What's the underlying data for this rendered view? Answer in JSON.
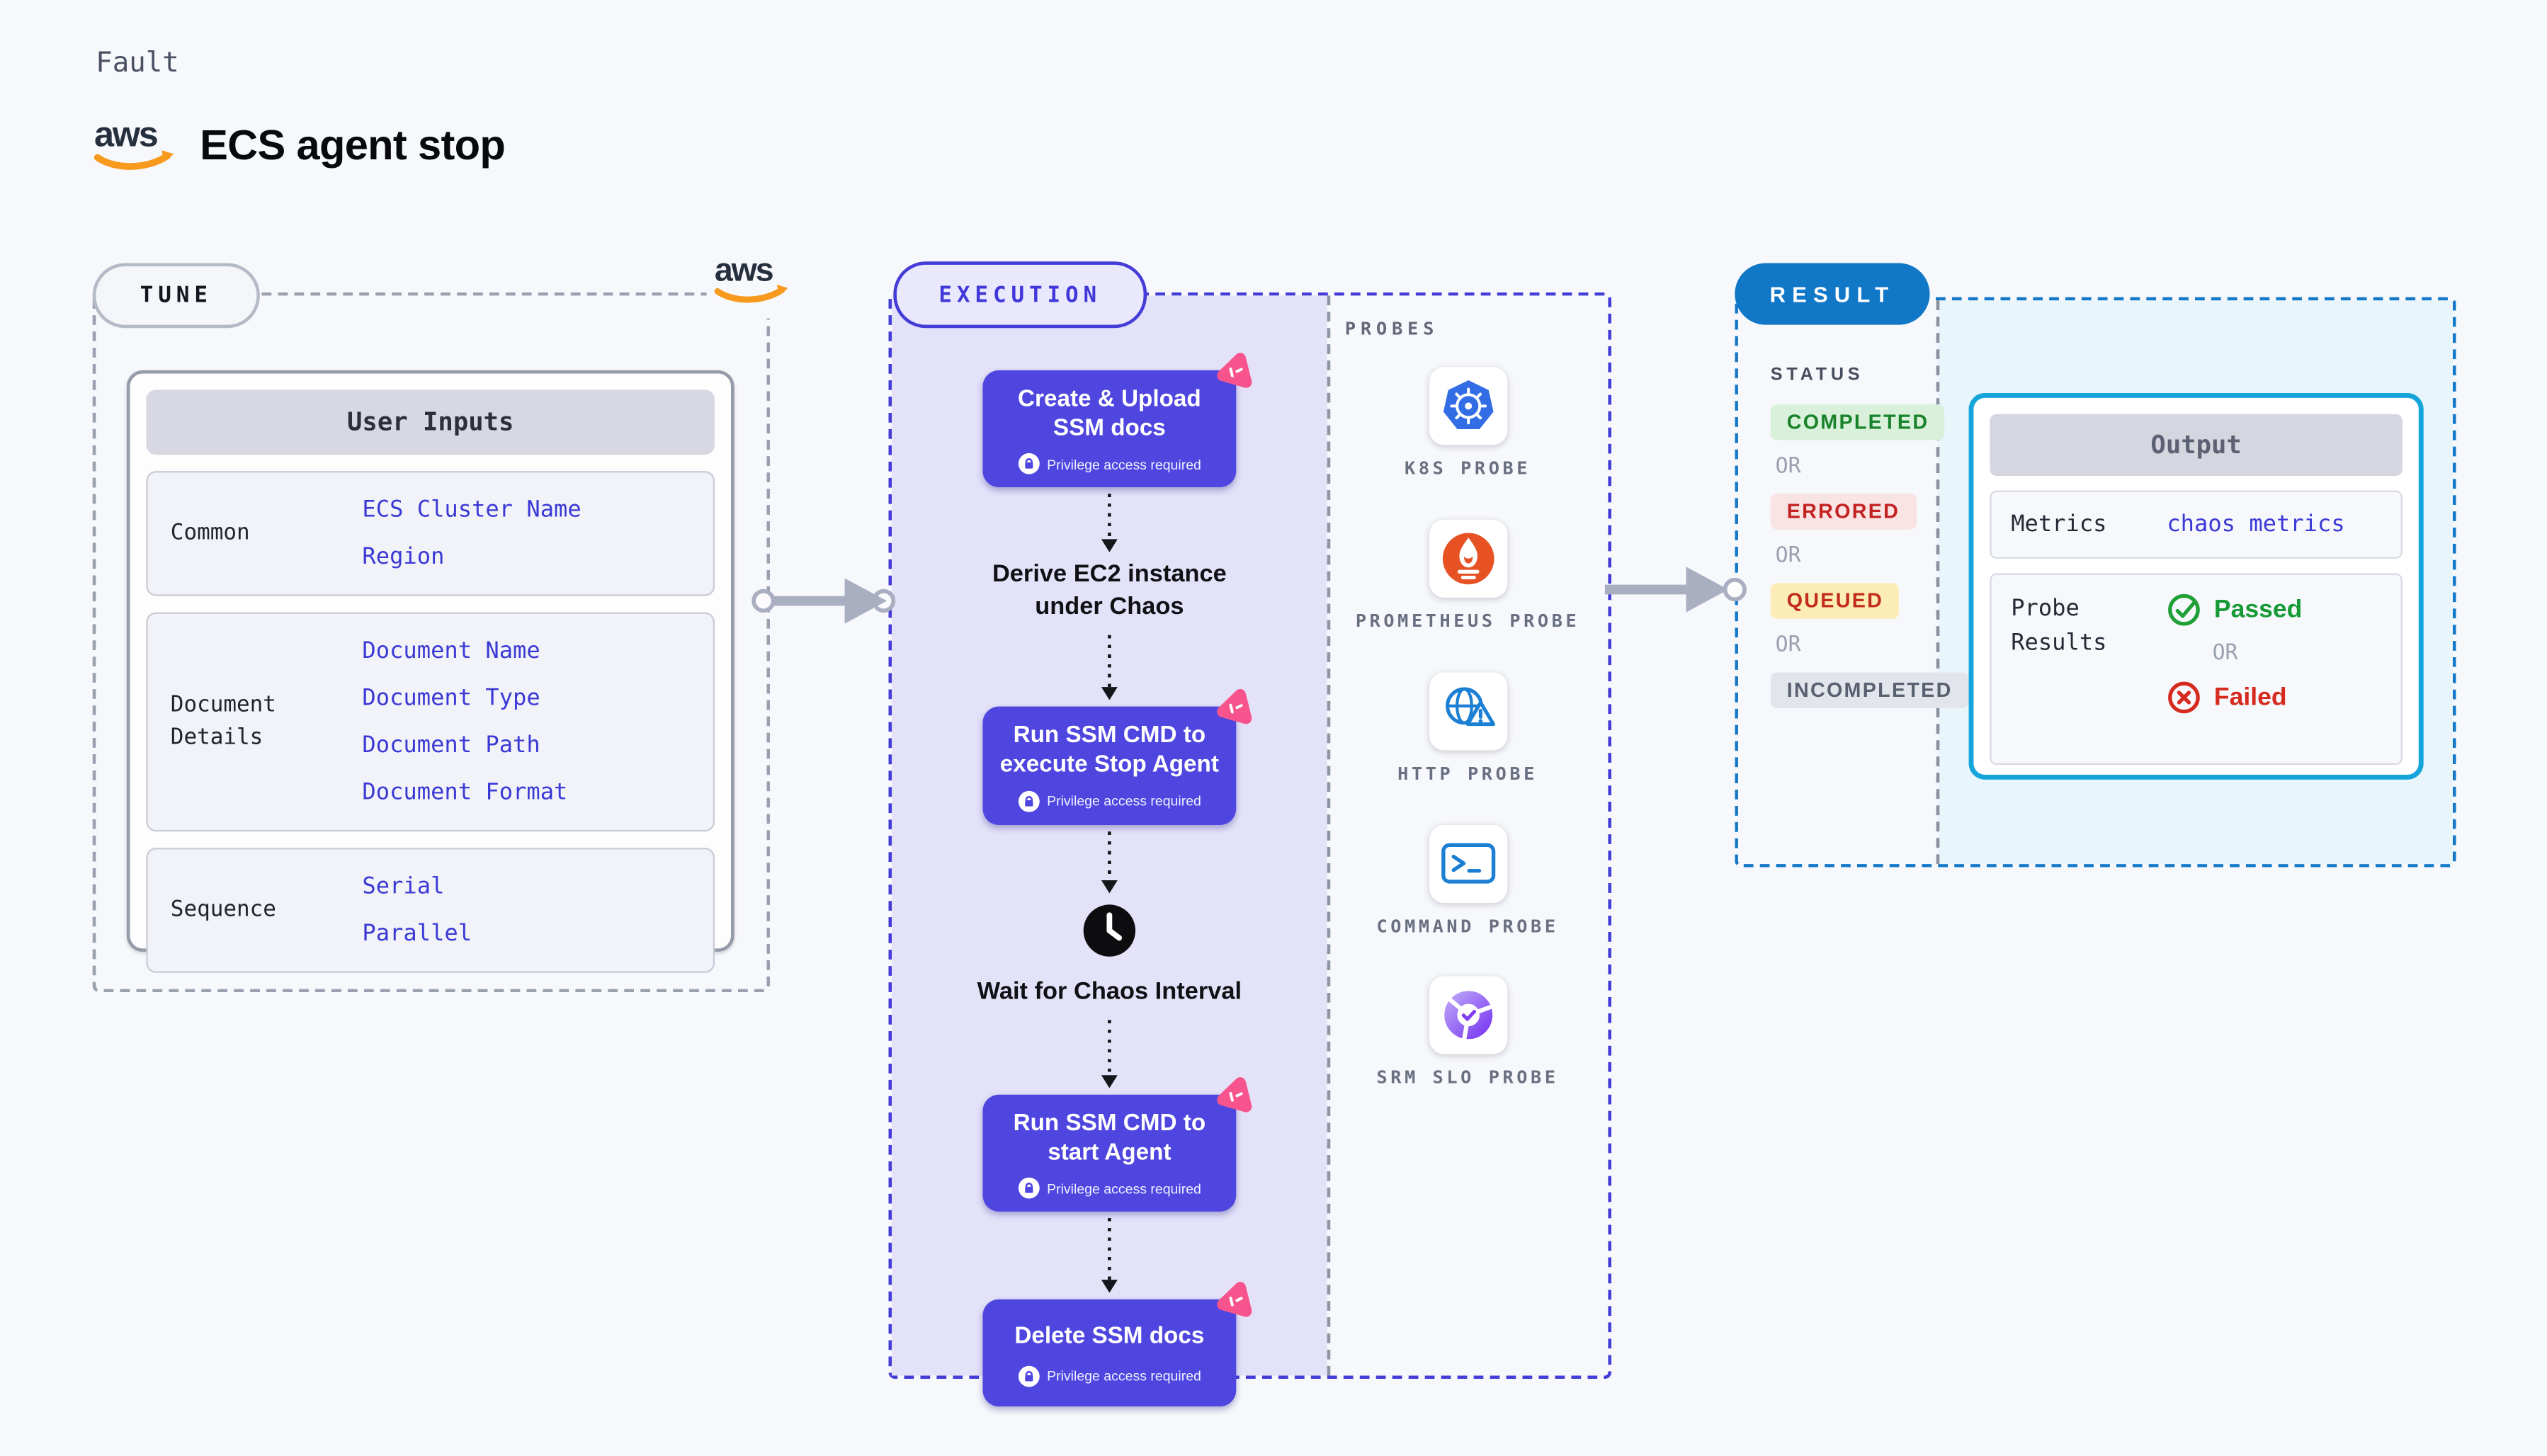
{
  "page": {
    "kicker": "Fault",
    "title": "ECS agent stop",
    "brand": "aws"
  },
  "colors": {
    "page_bg": "#f7f8fb",
    "node_indigo": "#4f46e0",
    "execution_accent": "#443cd6",
    "execution_fill": "#e4e2f9",
    "result_accent": "#1478c8",
    "result_pill": "#1177c7",
    "result_fill": "#e8f5fb",
    "output_border": "#16a5da",
    "link_indigo": "#3b39d6",
    "arrow_gray": "#a9aec0",
    "pink_marker": "#f7548d",
    "aws_orange": "#f79a1e",
    "success_green": "#179a36",
    "error_red": "#d62a1f",
    "status_completed_fg": "#18832b",
    "status_completed_bg": "#d9f0da",
    "status_errored_fg": "#c32222",
    "status_errored_bg": "#fae3e3",
    "status_queued_fg": "#c22b1c",
    "status_queued_bg": "#fcecb5",
    "status_incompleted_fg": "#596070",
    "status_incompleted_bg": "#e3e5ed"
  },
  "tune": {
    "label": "TUNE",
    "table": {
      "header": "User Inputs",
      "rows": [
        {
          "label": "Common",
          "values": [
            "ECS Cluster Name",
            "Region"
          ]
        },
        {
          "label": "Document Details",
          "values": [
            "Document Name",
            "Document Type",
            "Document Path",
            "Document Format"
          ]
        },
        {
          "label": "Sequence",
          "values": [
            "Serial",
            "Parallel"
          ]
        }
      ]
    }
  },
  "execution": {
    "label": "EXECUTION",
    "nodes": [
      {
        "title": "Create & Upload SSM docs",
        "badge": "Privilege access required"
      },
      {
        "title": "Run SSM CMD to execute Stop Agent",
        "badge": "Privilege access required"
      },
      {
        "title": "Run SSM CMD to start Agent",
        "badge": "Privilege access required"
      },
      {
        "title": "Delete SSM docs",
        "badge": "Privilege access required"
      }
    ],
    "steps": [
      {
        "label": "Derive EC2 instance under Chaos"
      },
      {
        "label": "Wait for Chaos Interval",
        "icon": "clock-icon"
      }
    ]
  },
  "probes": {
    "label": "PROBES",
    "items": [
      {
        "name": "K8S PROBE",
        "icon": "kubernetes-icon"
      },
      {
        "name": "PROMETHEUS PROBE",
        "icon": "prometheus-icon"
      },
      {
        "name": "HTTP PROBE",
        "icon": "http-globe-warning-icon"
      },
      {
        "name": "COMMAND PROBE",
        "icon": "terminal-icon"
      },
      {
        "name": "SRM SLO PROBE",
        "icon": "slo-donut-check-icon"
      }
    ]
  },
  "result": {
    "label": "RESULT",
    "status_heading": "STATUS",
    "or_label": "OR",
    "statuses": [
      {
        "label": "COMPLETED",
        "fg": "#18832b",
        "bg": "#d9f0da"
      },
      {
        "label": "ERRORED",
        "fg": "#c32222",
        "bg": "#fae3e3"
      },
      {
        "label": "QUEUED",
        "fg": "#c22b1c",
        "bg": "#fcecb5"
      },
      {
        "label": "INCOMPLETED",
        "fg": "#596070",
        "bg": "#e3e5ed"
      }
    ],
    "output": {
      "header": "Output",
      "metrics_label": "Metrics",
      "metrics_value": "chaos metrics",
      "probe_results_label": "Probe Results",
      "passed_label": "Passed",
      "failed_label": "Failed",
      "or_label": "OR"
    }
  }
}
